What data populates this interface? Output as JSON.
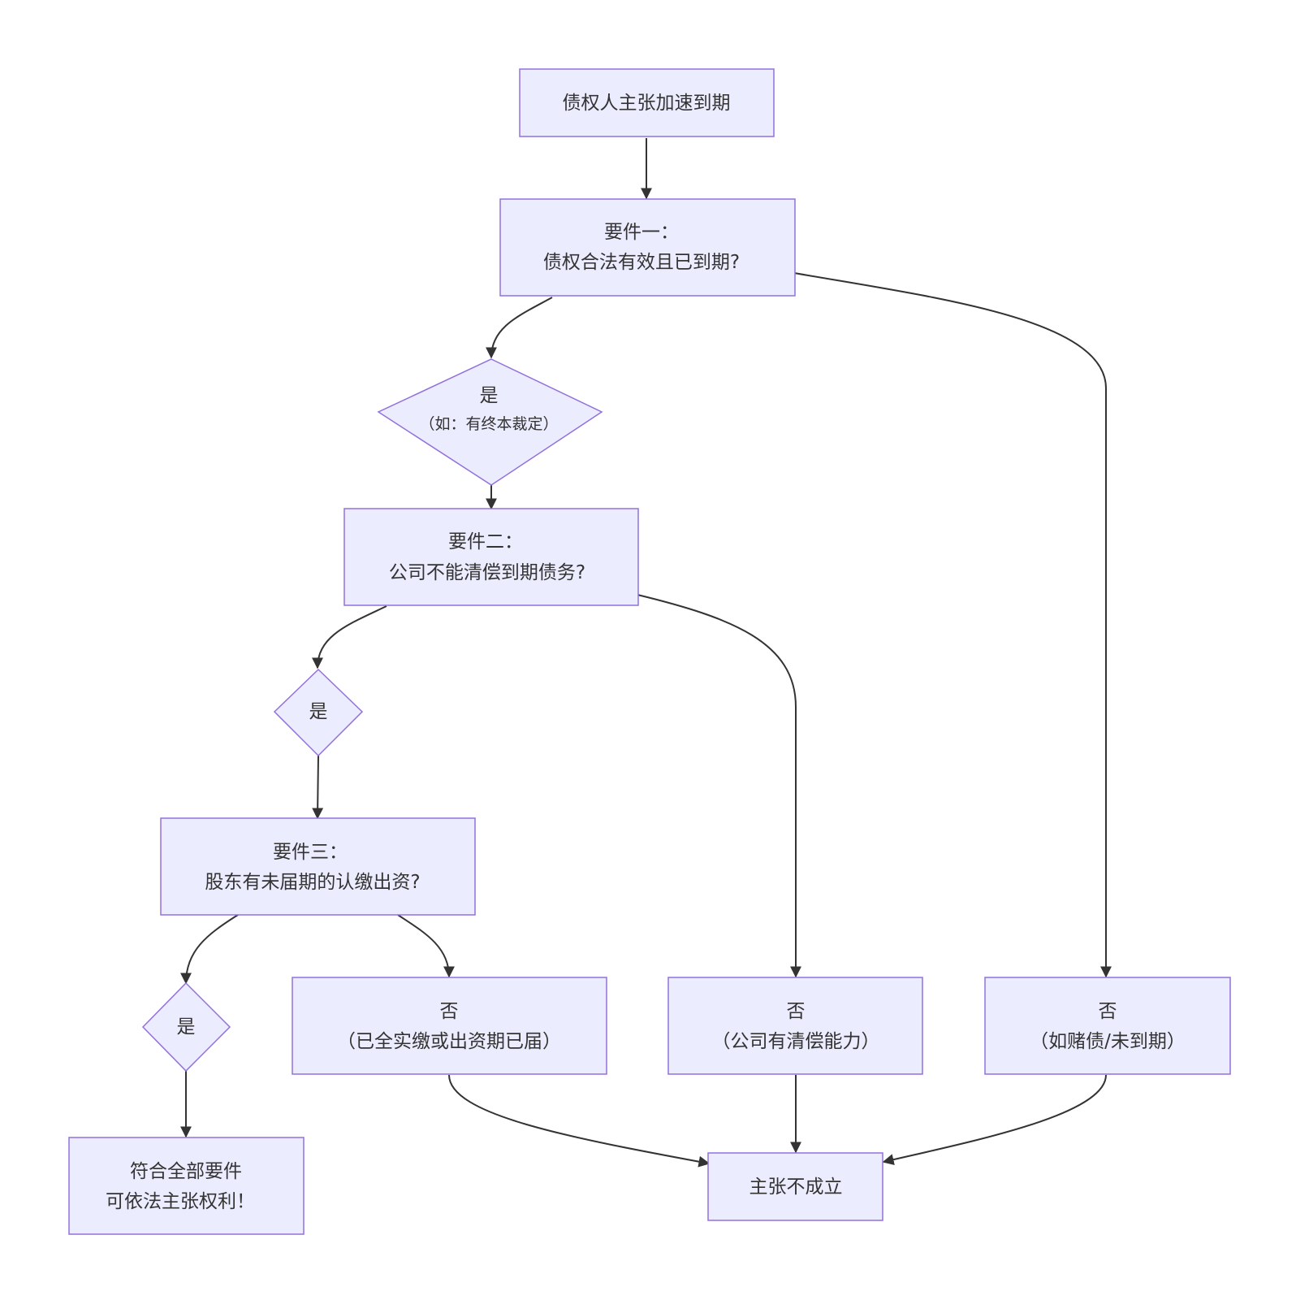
{
  "diagram": {
    "type": "flowchart",
    "colors": {
      "node_fill": "#ECECFF",
      "node_stroke": "#9370DB",
      "edge": "#333333",
      "text": "#333333"
    },
    "nodes": {
      "start": {
        "lines": [
          "债权人主张加速到期"
        ]
      },
      "req1": {
        "lines": [
          "要件一：",
          "债权合法有效且已到期?"
        ]
      },
      "yes1": {
        "lines": [
          "是",
          "（如：有终本裁定）"
        ]
      },
      "req2": {
        "lines": [
          "要件二：",
          "公司不能清偿到期债务?"
        ]
      },
      "yes2": {
        "lines": [
          "是"
        ]
      },
      "req3": {
        "lines": [
          "要件三：",
          "股东有未届期的认缴出资?"
        ]
      },
      "yes3": {
        "lines": [
          "是"
        ]
      },
      "no3": {
        "lines": [
          "否",
          "（已全实缴或出资期已届）"
        ]
      },
      "no2": {
        "lines": [
          "否",
          "（公司有清偿能力）"
        ]
      },
      "no1": {
        "lines": [
          "否",
          "（如赌债/未到期）"
        ]
      },
      "success": {
        "lines": [
          "符合全部要件",
          "可依法主张权利！"
        ]
      },
      "fail": {
        "lines": [
          "主张不成立"
        ]
      }
    }
  }
}
